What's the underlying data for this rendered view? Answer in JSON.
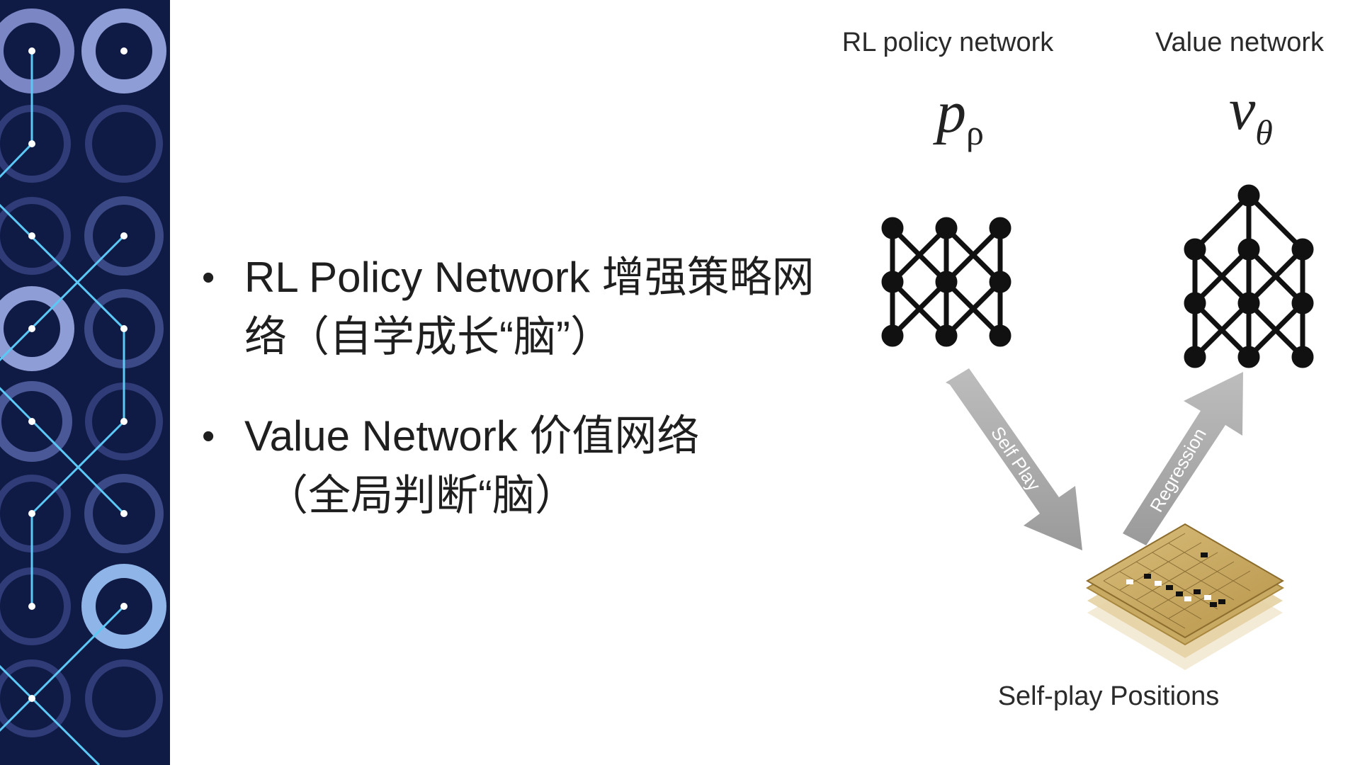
{
  "slide": {
    "bullets": [
      {
        "lines": [
          "RL Policy Network 增强策略网",
          "络（自学成长“脑”）"
        ]
      },
      {
        "lines": [
          "Value Network 价值网络",
          "（全局判断“脑）"
        ]
      }
    ]
  },
  "figure": {
    "policy_title": "RL policy network",
    "value_title": "Value network",
    "policy_symbol": {
      "base": "p",
      "sub": "ρ"
    },
    "value_symbol": {
      "base": "v",
      "sub": "θ"
    },
    "arrow_down_label": "Self Play",
    "arrow_up_label": "Regression",
    "board_caption": "Self-play Positions"
  },
  "colors": {
    "sidebar_bg": "#0f1a45",
    "ring_light": "#8f9dd6",
    "ring_dark": "#3b4a86",
    "line_blue": "#5bc8f5",
    "arrow_gray": "#a9a9a9",
    "board_tan": "#c9a860"
  }
}
